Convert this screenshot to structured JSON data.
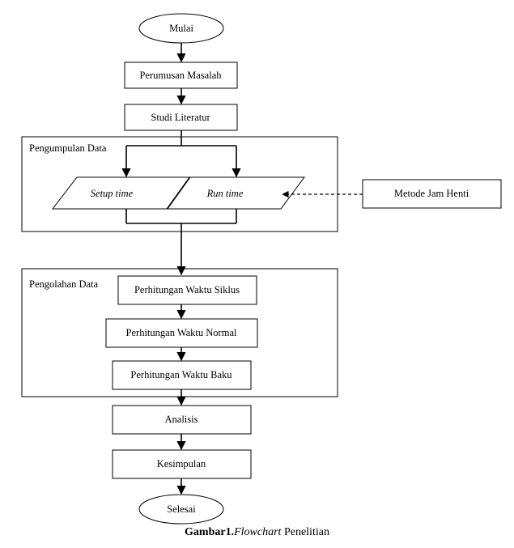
{
  "nodes": {
    "start": "Mulai",
    "problem_formulation": "Perumusan Masalah",
    "literature_study": "Studi Literatur",
    "setup_time": "Setup time",
    "run_time": "Run time",
    "stopwatch_method": "Metode Jam Henti",
    "cycle_time": "Perhitungan Waktu Siklus",
    "normal_time": "Perhitungan Waktu Normal",
    "standard_time": "Perhitungan Waktu Baku",
    "analysis": "Analisis",
    "conclusion": "Kesimpulan",
    "end": "Selesai"
  },
  "groups": {
    "data_collection": "Pengumpulan Data",
    "data_processing": "Pengolahan Data"
  },
  "caption": {
    "prefix": "Gambar1.",
    "italic": "Flowchart",
    "suffix": " Penelitian"
  }
}
